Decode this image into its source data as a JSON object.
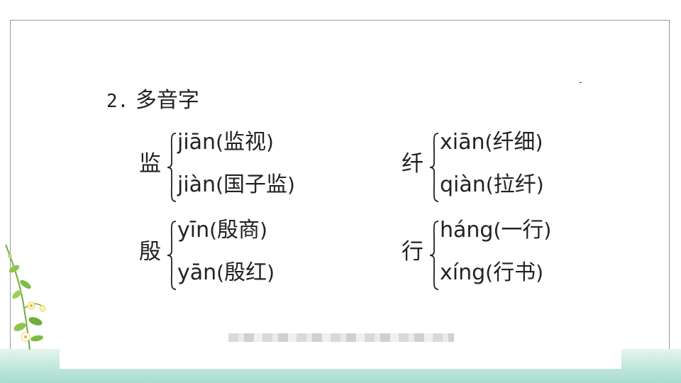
{
  "heading": {
    "number": "2.",
    "title": "多音字"
  },
  "groups": [
    {
      "char": "监",
      "readings": [
        {
          "pinyin": "jiān",
          "word": "监视"
        },
        {
          "pinyin": "jiàn",
          "word": "国子监"
        }
      ]
    },
    {
      "char": "纤",
      "readings": [
        {
          "pinyin": "xiān",
          "word": "纤细"
        },
        {
          "pinyin": "qiàn",
          "word": "拉纤"
        }
      ]
    },
    {
      "char": "殷",
      "readings": [
        {
          "pinyin": "yīn",
          "word": "殷商"
        },
        {
          "pinyin": "yān",
          "word": "殷红"
        }
      ]
    },
    {
      "char": "行",
      "readings": [
        {
          "pinyin": "háng",
          "word": "一行"
        },
        {
          "pinyin": "xíng",
          "word": "行书"
        }
      ]
    }
  ],
  "colors": {
    "text": "#222222",
    "band": "#bfe6da",
    "frame": "#9a9a9a"
  }
}
